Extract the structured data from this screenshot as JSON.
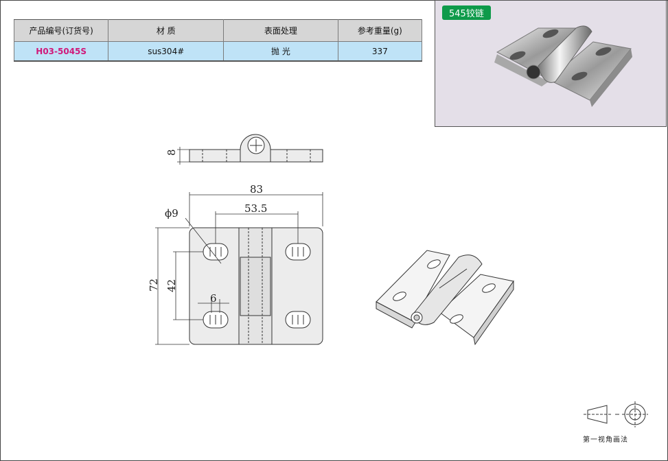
{
  "spec_table": {
    "headers": [
      "产品编号(订货号)",
      "材  质",
      "表面处理",
      "参考重量(g)"
    ],
    "row": [
      "H03-5045S",
      "sus304#",
      "抛  光",
      "337"
    ]
  },
  "photo": {
    "badge": "545铰链"
  },
  "drawing": {
    "dim_thickness": "8",
    "dim_width": "83",
    "dim_hole_spacing_h": "53.5",
    "dim_hole_diameter": "ϕ9",
    "dim_height": "72",
    "dim_hole_spacing_v": "42",
    "dim_slot": "6"
  },
  "projection_method": "第一视角画法",
  "colors": {
    "code_text": "#d0197a",
    "badge": "#0e9a4a",
    "table_cell": "#bfe3f7"
  }
}
